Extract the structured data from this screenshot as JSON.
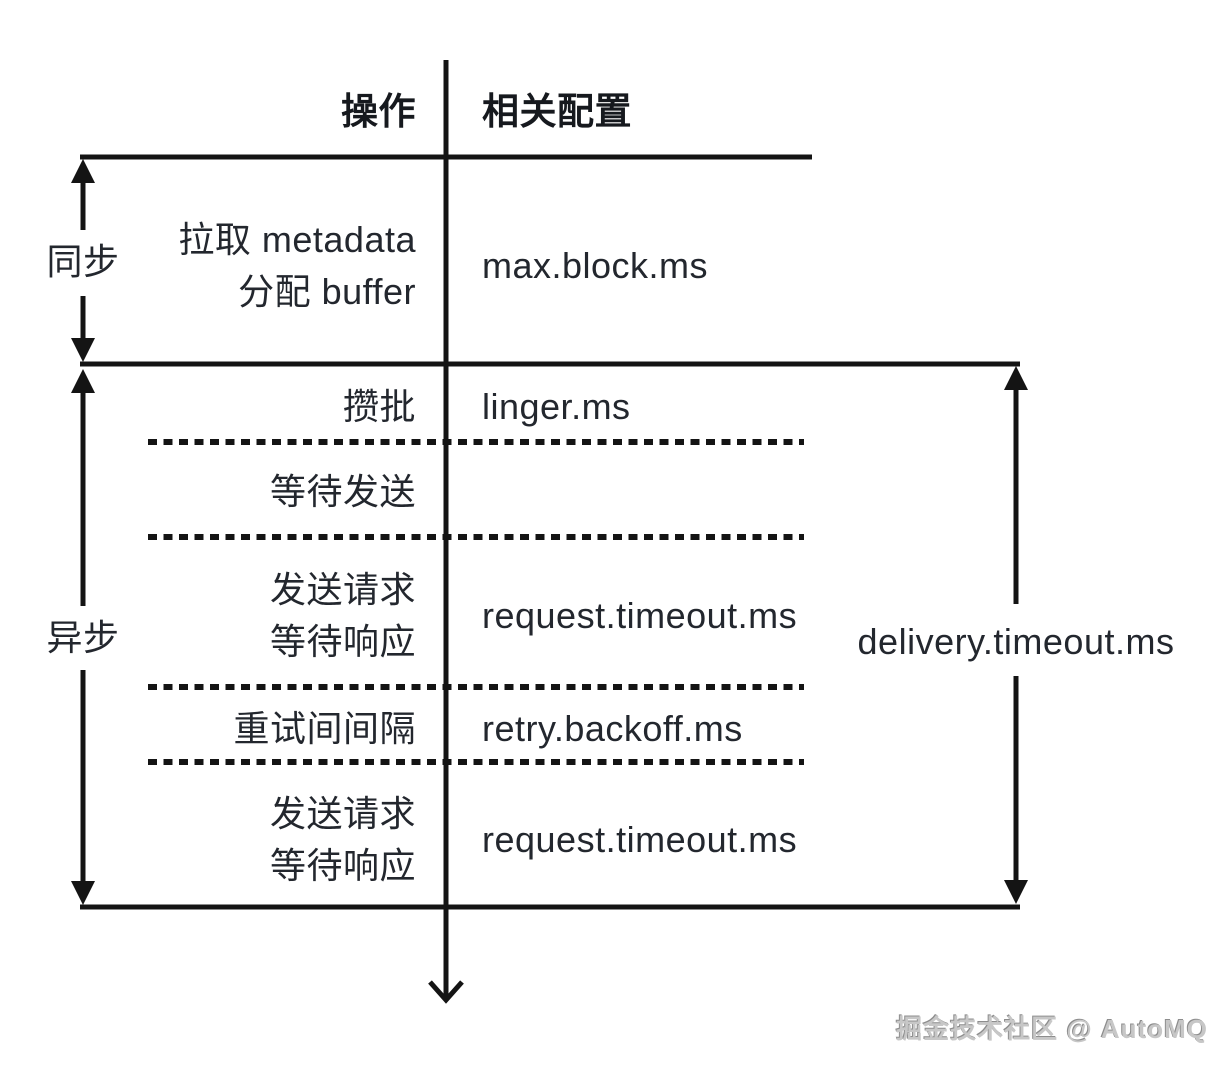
{
  "header": {
    "operation_col": "操作",
    "config_col": "相关配置"
  },
  "phases": {
    "sync_label": "同步",
    "async_label": "异步"
  },
  "rows": [
    {
      "operation_lines": [
        "拉取 metadata",
        "分配 buffer"
      ],
      "config": "max.block.ms"
    },
    {
      "operation_lines": [
        "攒批"
      ],
      "config": "linger.ms"
    },
    {
      "operation_lines": [
        "等待发送"
      ],
      "config": ""
    },
    {
      "operation_lines": [
        "发送请求",
        "等待响应"
      ],
      "config": "request.timeout.ms"
    },
    {
      "operation_lines": [
        "重试间间隔"
      ],
      "config": "retry.backoff.ms"
    },
    {
      "operation_lines": [
        "发送请求",
        "等待响应"
      ],
      "config": "request.timeout.ms"
    }
  ],
  "right_range_label": "delivery.timeout.ms",
  "watermark": "掘金技术社区 @ AutoMQ",
  "colors": {
    "line": "#141414",
    "text": "#23272e",
    "heading_text": "#16191e",
    "watermark": "#c7c7c7",
    "background": "#ffffff"
  }
}
